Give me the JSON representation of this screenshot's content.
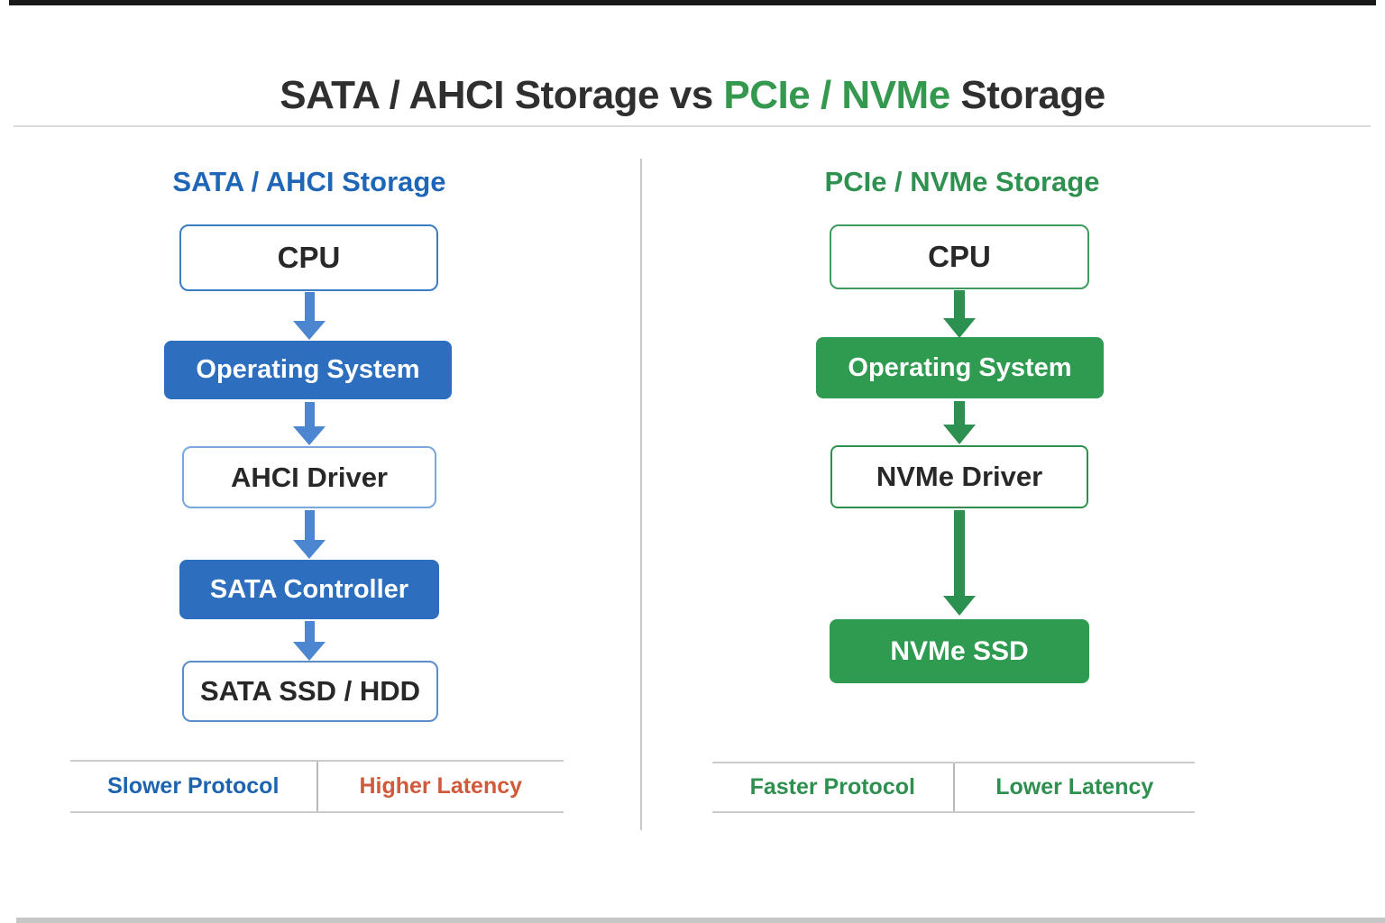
{
  "title": {
    "prefix": "SATA / AHCI Storage vs ",
    "highlight": "PCIe / NVMe",
    "suffix": " Storage"
  },
  "left_panel": {
    "heading": "SATA / AHCI Storage",
    "nodes": [
      "CPU",
      "Operating System",
      "AHCI Driver",
      "SATA Controller",
      "SATA SSD / HDD"
    ],
    "footer": {
      "protocol": "Slower Protocol",
      "latency": "Higher Latency"
    }
  },
  "right_panel": {
    "heading": "PCIe / NVMe Storage",
    "nodes": [
      "CPU",
      "Operating System",
      "NVMe Driver",
      "NVMe SSD"
    ],
    "footer": {
      "protocol": "Faster Protocol",
      "latency": "Lower Latency"
    }
  },
  "colors": {
    "title_text": "#2f2f2f",
    "title_highlight": "#34984f",
    "blue_heading": "#1f66b6",
    "blue_fill": "#2d6fbe",
    "blue_arrow": "#4c86d0",
    "green_heading": "#2e9150",
    "green_fill": "#2f9b51",
    "green_arrow": "#2c9150",
    "orange_latency": "#d05a3a",
    "divider_gray": "#c7cbcf"
  }
}
